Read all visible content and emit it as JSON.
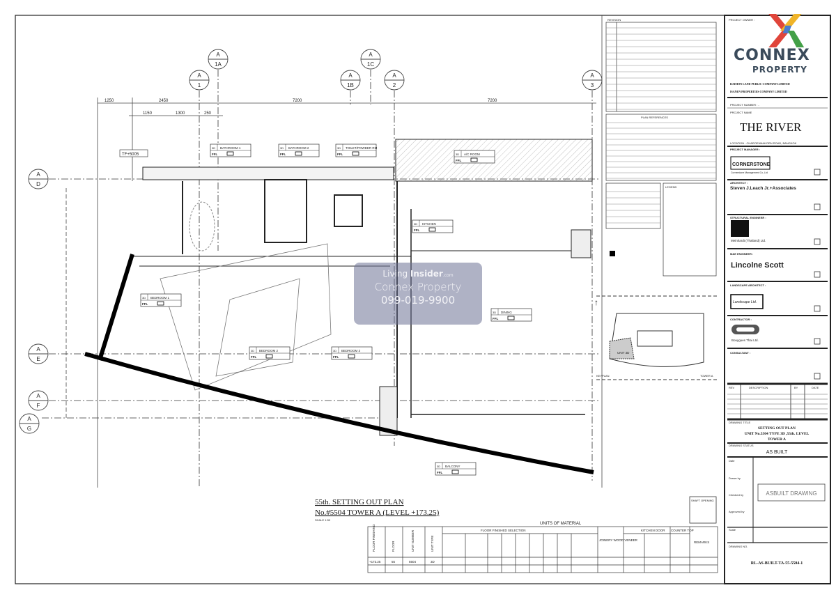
{
  "grid": {
    "columns": [
      "1",
      "1A",
      "1B",
      "1C",
      "2",
      "3"
    ],
    "rows": [
      "D",
      "E",
      "F",
      "G"
    ],
    "prefix": "A"
  },
  "dimensions": {
    "top": [
      "1250",
      "2450",
      "7200",
      "7200"
    ],
    "sub": [
      "1150",
      "1300",
      "250"
    ]
  },
  "level_tag": "TF+5005",
  "rooms": [
    {
      "code": "3D",
      "name": "BATHROOM 1",
      "ffl": "FFL"
    },
    {
      "code": "3D",
      "name": "BATHROOM 2",
      "ffl": "FFL"
    },
    {
      "code": "3D",
      "name": "TOILET/POWDER RM",
      "ffl": "FFL"
    },
    {
      "code": "3D",
      "name": "A/C ROOM",
      "ffl": "FFL"
    },
    {
      "code": "3D",
      "name": "KITCHEN",
      "ffl": "FFL"
    },
    {
      "code": "3D",
      "name": "BEDROOM 1",
      "ffl": "FFL"
    },
    {
      "code": "3D",
      "name": "DINING",
      "ffl": "FFL"
    },
    {
      "code": "3D",
      "name": "BEDROOM 2",
      "ffl": "FFL"
    },
    {
      "code": "3D",
      "name": "BEDROOM 3",
      "ffl": "FFL"
    },
    {
      "code": "3D",
      "name": "BALCONY",
      "ffl": "FFL"
    }
  ],
  "plan_title": {
    "line1": "55th. SETTING OUT PLAN",
    "line2": "No.#5504 TOWER A (LEVEL +173.25)",
    "scale": "SCALE 1:50"
  },
  "material_table": {
    "title": "UNITS OF MATERIAL",
    "headers": [
      "FLOOR FINISHING",
      "FLOOR",
      "UNIT NUMBER",
      "UNIT TYPE",
      "FLOOR FINISHED SELECTION",
      "JOINERY WOOD VENEER",
      "KITCHEN DOOR",
      "COUNTER TOP",
      "REMARKS"
    ],
    "row": [
      "+173.25",
      "55",
      "5504",
      "3D"
    ]
  },
  "shaft_box": {
    "title": "SHAFT OPENING"
  },
  "notes": {
    "revision_title": "REVISION",
    "symbols_title": "PLAN REFERENCES",
    "legend_title": "LEGEND"
  },
  "keyplan": {
    "unit": "UNIT 3D",
    "label": "KEYPLAN",
    "tower": "TOWER A"
  },
  "title_block": {
    "project_owner_label": "PROJECT OWNER :",
    "owner1": "RAIMON LAND PUBLIC COMPANY LIMITED",
    "owner2": "ISANEN PROPERTIES COMPANY LIMITED",
    "project_number_label": "PROJECT NUMBER : -",
    "project_name_label": "PROJECT NAME",
    "project_name": "THE RIVER",
    "location": "LOCATION : CHAROENNAKORN ROAD, BANGKOK",
    "pm_label": "PROJECT MANAGER :",
    "pm": "CORNERSTONE",
    "pm_sub": "Cornerstone Management Co.,Ltd",
    "architect_label": "ARCHITECT :",
    "architect": "Steven J.Leach Jr.+Associates",
    "structural_label": "STRUCTURAL ENGINEER :",
    "structural": "Meinhardt (Thailand) Ltd.",
    "mep_label": "M&E ENGINEER :",
    "mep": "Lincolne Scott",
    "landscape_label": "LANDSCAPE ARCHITECT :",
    "landscape": "Landscape Ltd.",
    "contractor_label": "CONTRACTOR :",
    "contractor": "Bouygues Thai Ltd.",
    "consultant_label": "CONSULTANT :",
    "revision_header": [
      "REV",
      "DESCRIPTION",
      "BY",
      "DATE"
    ],
    "drawing_title_label": "DRAWING TITLE",
    "drawing_title1": "SETTING OUT PLAN",
    "drawing_title2": "UNIT No.5504 TYPE 3D ,55th. LEVEL",
    "drawing_title3": "TOWER A",
    "status_label": "DRAWING STATUS",
    "status": "AS BUILT",
    "date_label": "Date",
    "drawn_label": "Drawn by",
    "checked_label": "Checked by",
    "approved_label": "Approved by",
    "scale_label": "Scale",
    "stamp": "ASBUILT DRAWING",
    "drawing_no_label": "DRAWING NO.",
    "drawing_no": "RL-AS-BUILT-TA-55-5504-1"
  },
  "logo": {
    "name": "CONNEX",
    "sub": "PROPERTY",
    "colors": [
      "#e0453a",
      "#f0b429",
      "#4a7bd0",
      "#43a047"
    ]
  },
  "watermark": {
    "brand_light": "Living ",
    "brand_bold": "Insider",
    "brand_tld": ".com",
    "company": "Connex Property",
    "phone": "099-019-9900"
  }
}
